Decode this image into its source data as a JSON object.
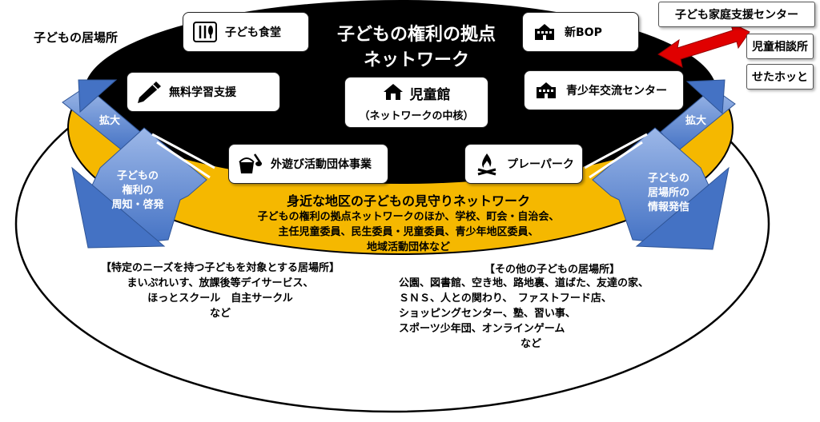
{
  "outer_label": "子どもの居場所",
  "core": {
    "title_line1": "子どもの権利の拠点",
    "title_line2": "ネットワーク"
  },
  "center_box": {
    "label": "児童館",
    "sublabel": "（ネットワークの中核）",
    "icon": "house-icon"
  },
  "facilities": [
    {
      "label": "子ども食堂",
      "icon": "tableware-icon"
    },
    {
      "label": "新BOP",
      "icon": "school-building-icon"
    },
    {
      "label": "無料学習支援",
      "icon": "pencil-icon"
    },
    {
      "label": "青少年交流センター",
      "icon": "school-building-icon"
    },
    {
      "label": "外遊び活動団体事業",
      "icon": "sand-bucket-icon"
    },
    {
      "label": "プレーパーク",
      "icon": "campfire-icon"
    }
  ],
  "right_boxes": [
    "子ども家庭支援センター",
    "児童相談所",
    "せたホッと"
  ],
  "ring": {
    "title": "身近な地区の子どもの見守りネットワーク",
    "lines": [
      "子どもの権利の拠点ネットワークのほか、学校、町会・自治会、",
      "主任児童委員、民生委員・児童委員、青少年地区委員、",
      "地域活動団体など"
    ]
  },
  "arrows": {
    "left_small": "拡大",
    "right_small": "拡大",
    "left_big": [
      "子どもの",
      "権利の",
      "周知・啓発"
    ],
    "right_big": [
      "子どもの",
      "居場所の",
      "情報発信"
    ]
  },
  "left_section": {
    "heading": "【特定のニーズを持つ子どもを対象とする居場所】",
    "lines": [
      "まいぷれいす、放課後等デイサービス、",
      "ほっとスクール　自主サークル",
      "など"
    ]
  },
  "right_section": {
    "heading": "【その他の子どもの居場所】",
    "lines": [
      "公園、図書館、空き地、路地裏、道ばた、友達の家、",
      "ＳＮＳ、人との関わり、　ファストフード店、",
      "ショッピングセンター、塾、習い事、",
      "スポーツ少年団、オンラインゲーム",
      "など"
    ]
  },
  "colors": {
    "core": "#000000",
    "ring": "#F5B800",
    "arrow": "#4472C4",
    "red_arrow": "#E00000"
  }
}
